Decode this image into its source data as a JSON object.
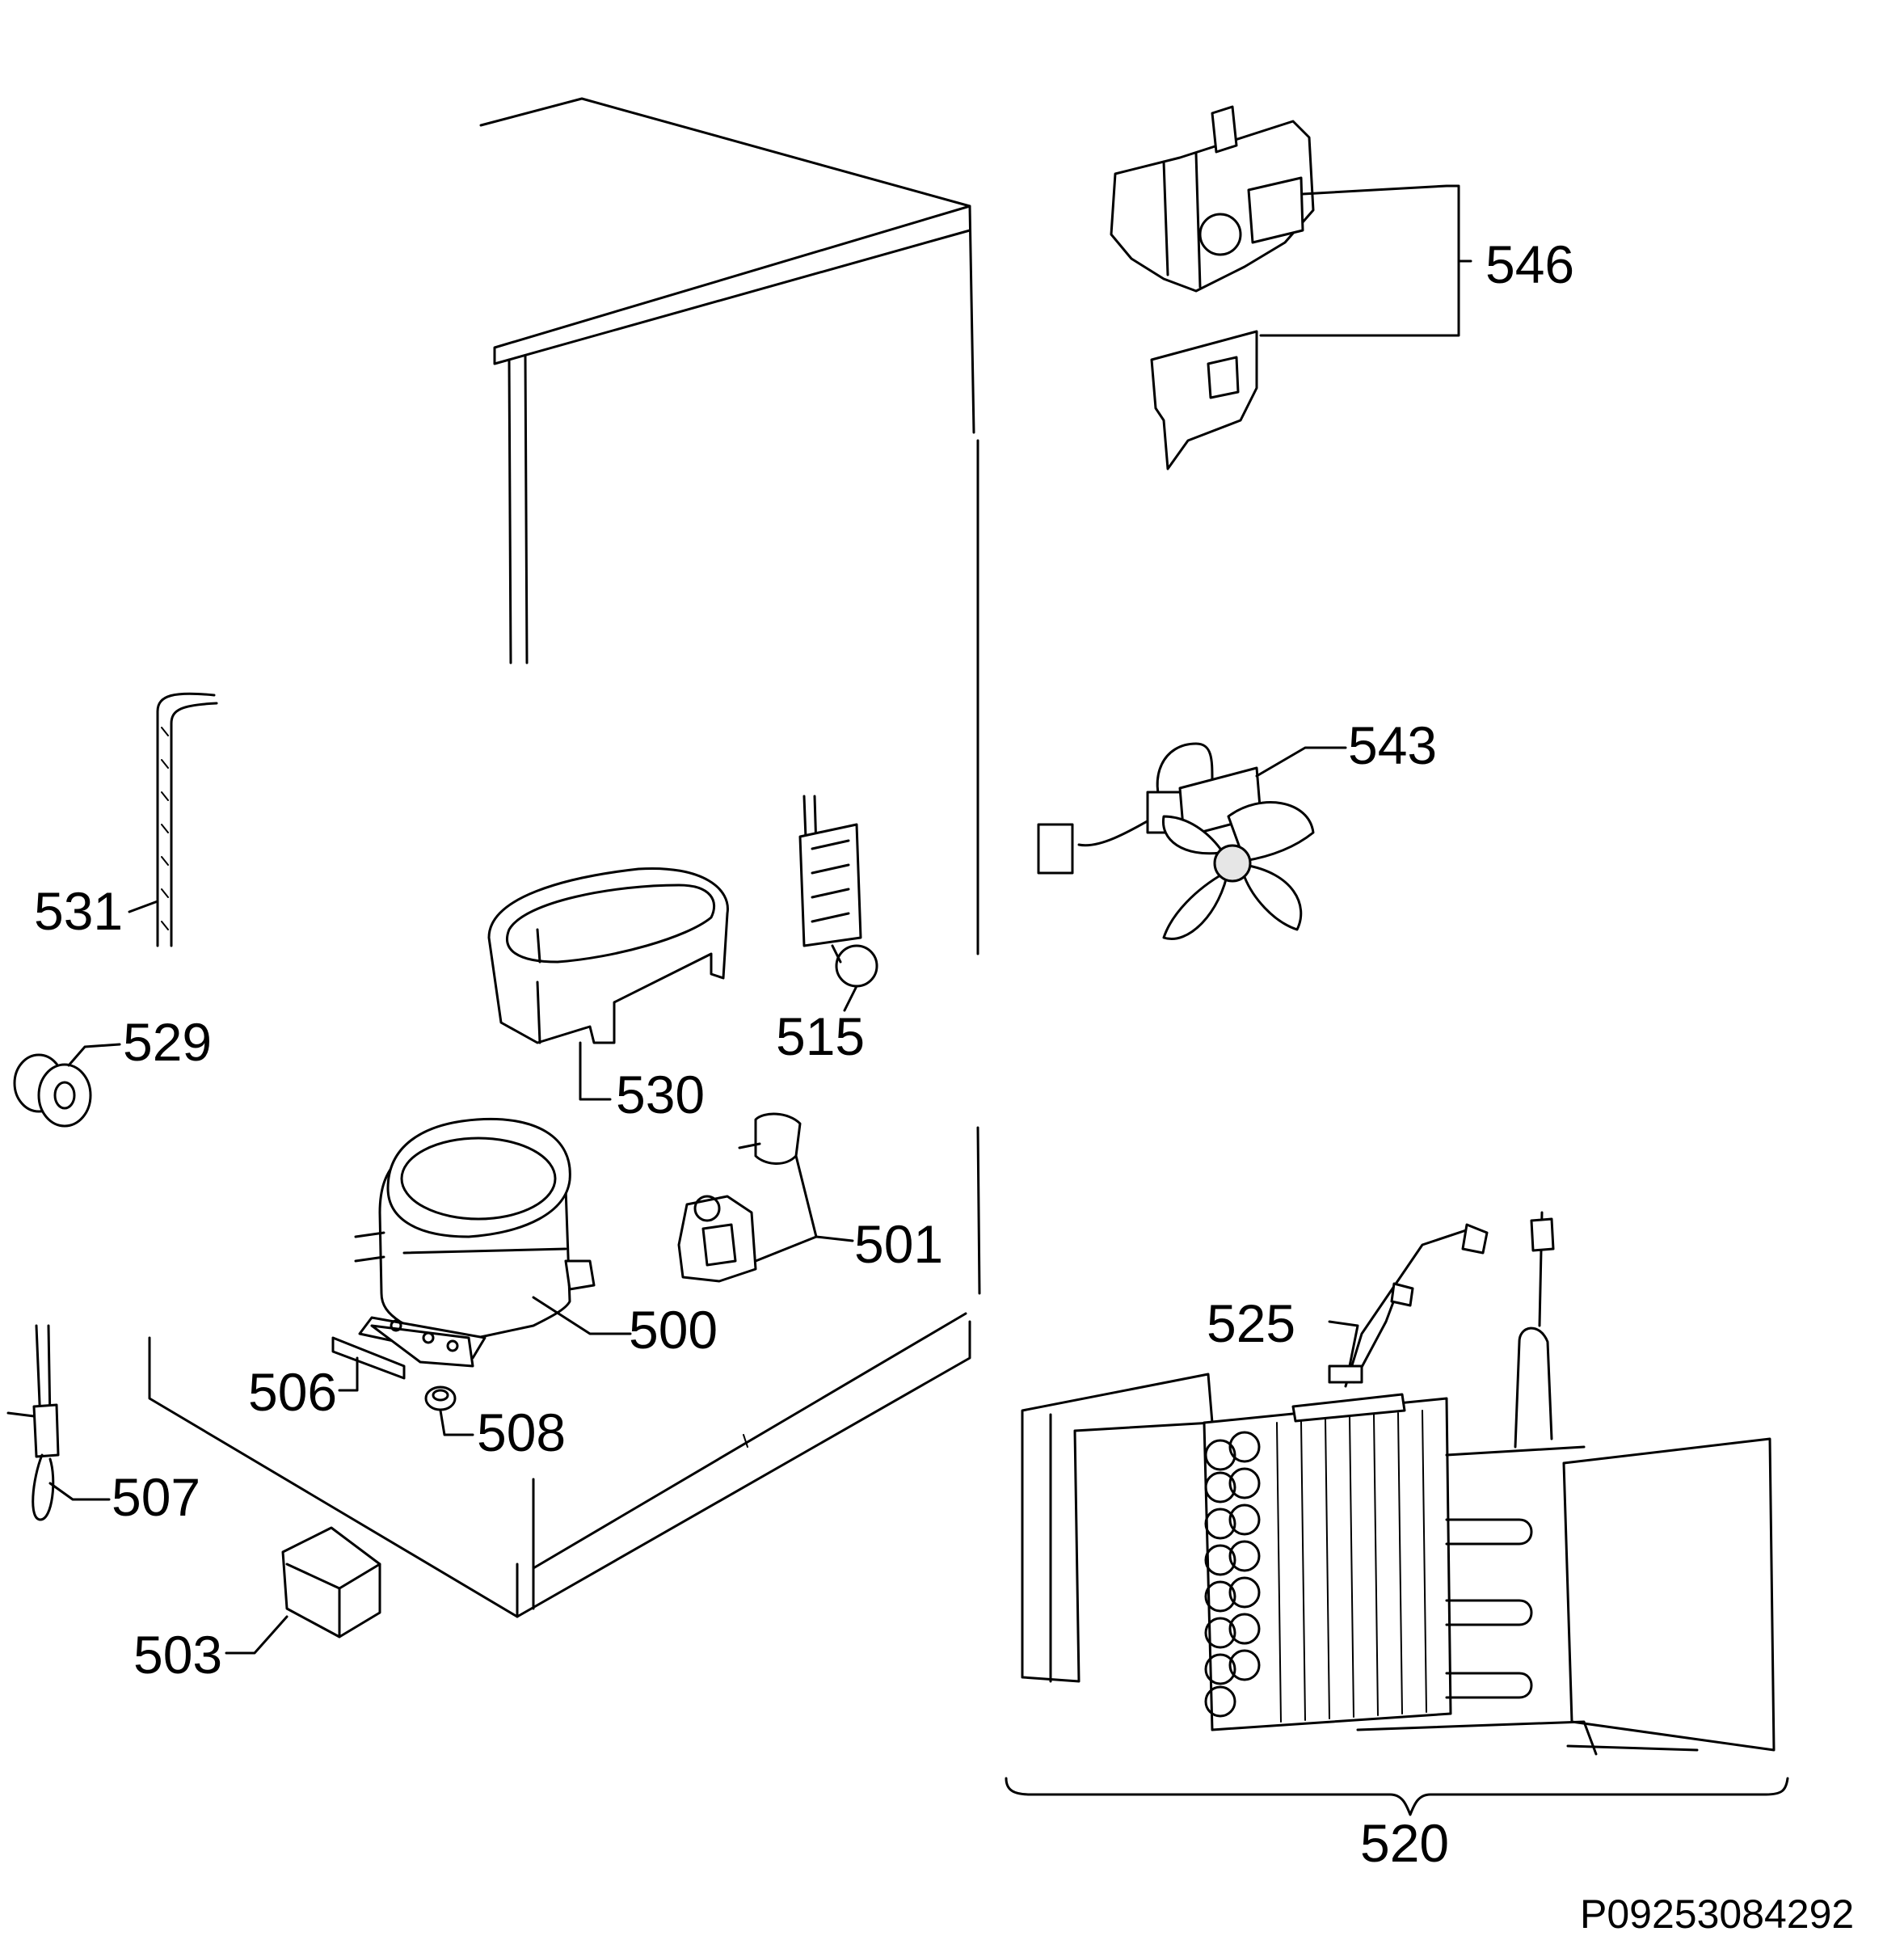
{
  "diagram": {
    "drawing_number": "P09253084292",
    "parts": {
      "p500": "500",
      "p501": "501",
      "p503": "503",
      "p506": "506",
      "p507": "507",
      "p508": "508",
      "p515": "515",
      "p520": "520",
      "p525": "525",
      "p529": "529",
      "p530": "530",
      "p531": "531",
      "p543": "543",
      "p546": "546"
    }
  }
}
